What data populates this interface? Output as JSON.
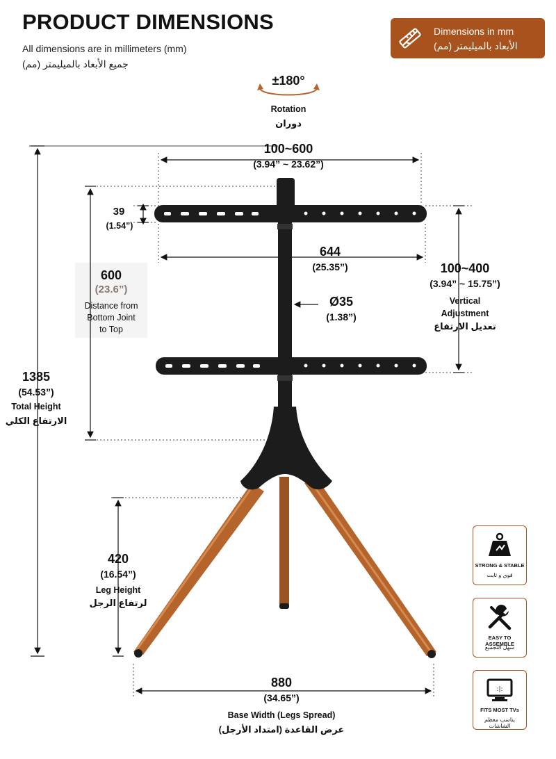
{
  "header": {
    "title": "PRODUCT DIMENSIONS",
    "subtitle": "All dimensions are in millimeters (mm)",
    "subtitle_ar": "جميع الأبعاد بالميليمتر (مم)"
  },
  "badge": {
    "line1": "Dimensions in mm",
    "line2": "الأبعاد بالميليمتر (مم)"
  },
  "rotation": {
    "value": "±180°",
    "label": "Rotation",
    "label_ar": "دوران"
  },
  "mount_width": {
    "value": "100~600",
    "inch": "(3.94” ~ 23.62”)"
  },
  "bracket_height": {
    "value": "39",
    "inch": "(1.54”)"
  },
  "bracket_length": {
    "value": "644",
    "inch": "(25.35”)"
  },
  "vertical_adjust": {
    "value": "100~400",
    "inch": "(3.94” ~ 15.75”)",
    "label1": "Vertical",
    "label2": "Adjustment",
    "label_ar": "تعديل الارتفاع"
  },
  "pole_diameter": {
    "value": "Ø35",
    "inch": "(1.38”)"
  },
  "joint_distance": {
    "value": "600",
    "inch": "(23.6”)",
    "label1": "Distance from",
    "label2": "Bottom Joint",
    "label3": "to Top"
  },
  "total_height": {
    "value": "1385",
    "inch": "(54.53”)",
    "label": "Total Height",
    "label_ar": "الارتفاع الكلي"
  },
  "leg_height": {
    "value": "420",
    "inch": "(16.54”)",
    "label": "Leg Height",
    "label_ar": "لرتفاع الرجل"
  },
  "base_width": {
    "value": "880",
    "inch": "(34.65”)",
    "label": "Base Width (Legs Spread)",
    "label_ar": "عرض القاعدة (امتداد الأرجل)"
  },
  "features": [
    {
      "icon": "weight-icon",
      "label": "STRONG & STABLE",
      "label_ar": "قوي و ثابت"
    },
    {
      "icon": "tools-icon",
      "label": "EASY TO ASSEMBLE",
      "label_ar": "سهل التجميع"
    },
    {
      "icon": "tv-icon",
      "label": "FITS MOST TVs",
      "label_ar": "يناسب معظم الشاشات"
    }
  ],
  "colors": {
    "accent": "#a8531d",
    "wood": "#b5652c",
    "metal": "#1c1c1c"
  }
}
